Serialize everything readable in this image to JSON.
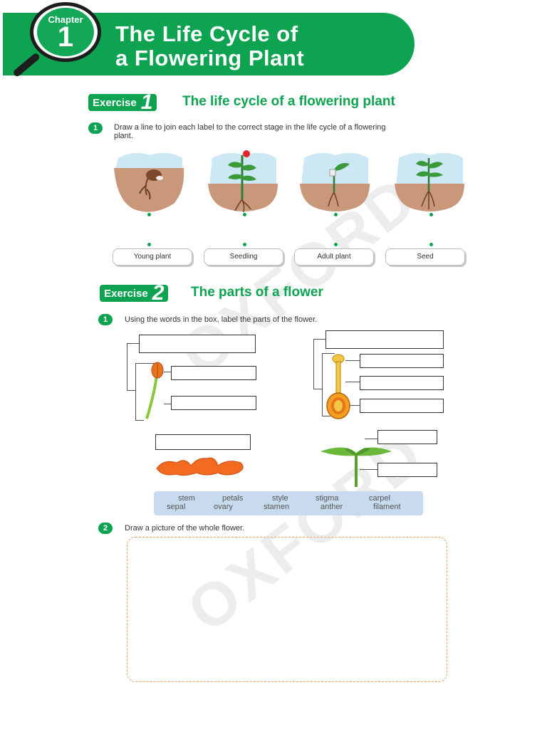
{
  "header": {
    "chapter_word": "Chapter",
    "chapter_number": "1",
    "title_line1": "The Life Cycle of",
    "title_line2": "a Flowering Plant"
  },
  "exercise1": {
    "badge": "Exercise",
    "number": "1",
    "title": "The life cycle of a flowering plant",
    "question": {
      "number": "1",
      "text_line1": "Draw a line to join each label to the correct stage in the life cycle of a flowering",
      "text_line2": "plant."
    },
    "labels": [
      "Young plant",
      "Seedling",
      "Adult plant",
      "Seed"
    ]
  },
  "exercise2": {
    "badge": "Exercise",
    "number": "2",
    "title": "The parts of a flower",
    "question1": {
      "number": "1",
      "text": "Using the words in the box, label the parts of the flower."
    },
    "word_box": {
      "row1": [
        "stem",
        "petals",
        "style",
        "stigma",
        "carpel"
      ],
      "row2": [
        "sepal",
        "ovary",
        "stamen",
        "anther",
        "filament"
      ]
    },
    "question2": {
      "number": "2",
      "text": "Draw a picture of the whole flower."
    }
  },
  "watermark": "OXFORD",
  "colors": {
    "brand_green": "#0da351",
    "word_box": "#c8dbee",
    "draw_area_border": "#f0a060"
  }
}
